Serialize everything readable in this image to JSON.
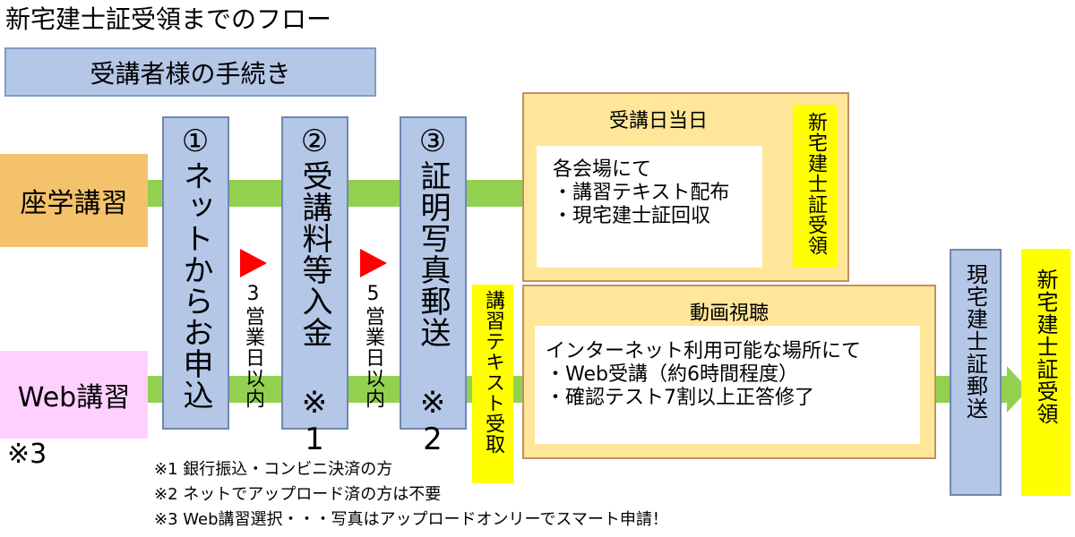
{
  "title": "新宅建士証受領までのフロー",
  "header": "受講者様の手続き",
  "tracks": {
    "zagaku": "座学講習",
    "web": "Web講習",
    "web_mark": "※3"
  },
  "steps": [
    "①ネットからお申込",
    "②受講料等入金 ※1",
    "③証明写真郵送 ※2"
  ],
  "intervals": [
    "3営業日以内",
    "5営業日以内"
  ],
  "text_receive": "講習テキスト受取",
  "classroom_box": {
    "title": "受講日当日",
    "lines": [
      "各会場にて",
      "・講習テキスト配布",
      "・現宅建士証回収"
    ],
    "result": "新宅建士証受領"
  },
  "video_box": {
    "title": "動画視聴",
    "lines": [
      "インターネット利用可能な場所にて",
      "・Web受講（約6時間程度）",
      "・確認テスト7割以上正答修了"
    ]
  },
  "mail_step": "現宅建士証郵送",
  "final_result": "新宅建士証受領",
  "notes": [
    "※1 銀行振込・コンビニ決済の方",
    "※2 ネットでアップロード済の方は不要",
    "※3 Web講習選択・・・写真はアップロードオンリーでスマート申請！"
  ],
  "colors": {
    "band": "#92d050",
    "step_fill": "#b4c7e7",
    "highlight": "#ffff00",
    "zagaku_label": "#f4c26b",
    "web_label": "#ffd0ff",
    "box_fill": "#ffe699",
    "interval_marker": "#ff0000"
  }
}
